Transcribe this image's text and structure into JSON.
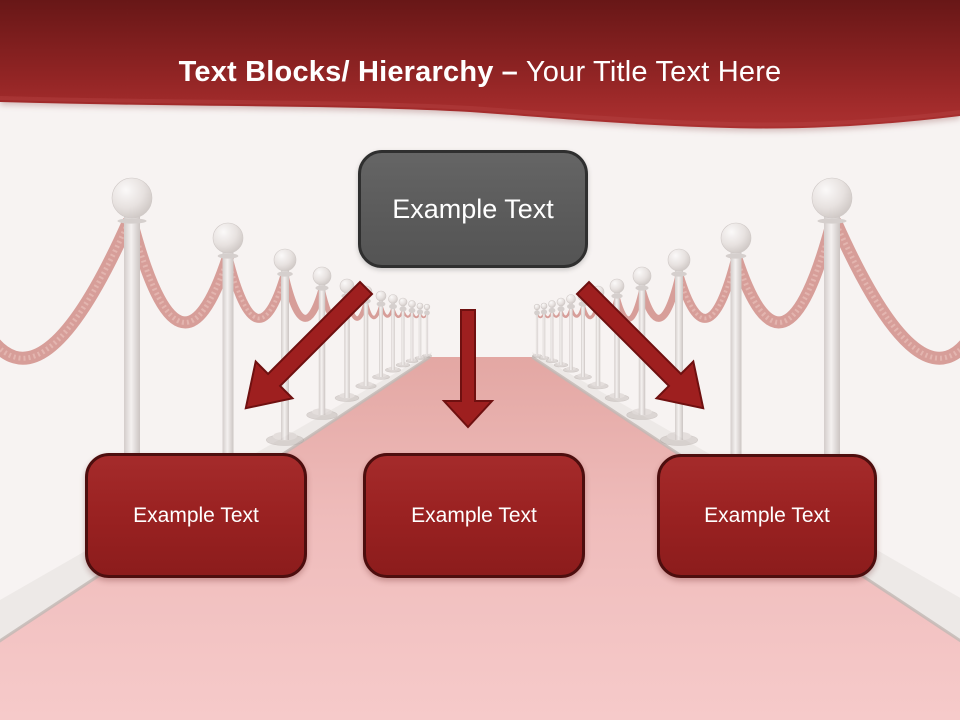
{
  "title": {
    "bold_text": "Text Blocks/ Hierarchy",
    "dash": "–",
    "regular_text": "Your Title Text Here"
  },
  "hierarchy": {
    "root_label": "Example Text",
    "child_labels": [
      "Example Text",
      "Example Text",
      "Example Text"
    ]
  },
  "colors": {
    "header_red_dark": "#6c1919",
    "header_red": "#a72e2e",
    "box_red": "#9d2424",
    "box_red_border": "#4d0e0e",
    "box_gray": "#5e5e5e",
    "box_gray_border": "#2f2f2f",
    "arrow_red": "#9e1f1f",
    "arrow_outline": "#6f1010",
    "carpet_pink": "#f2c2c2",
    "page_background": "#f7f3f2",
    "text_white": "#ffffff"
  }
}
